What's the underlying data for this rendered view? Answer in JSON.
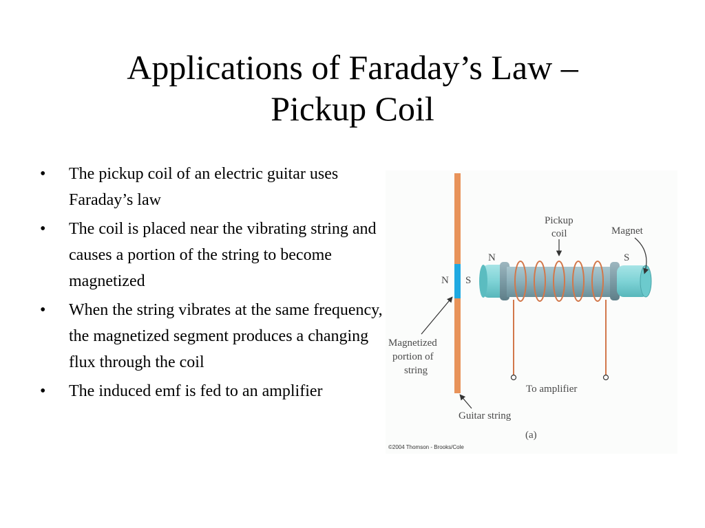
{
  "slide": {
    "title_line1": "Applications of Faraday’s Law –",
    "title_line2": "Pickup Coil",
    "bullets": [
      "The pickup coil of an electric guitar uses Faraday’s law",
      "The coil is placed near the vibrating string and causes a portion of the string to become magnetized",
      "When the string vibrates at the same frequency, the magnetized segment produces a changing flux through the coil",
      "The induced emf is fed to an amplifier"
    ],
    "bullet_glyph": "•"
  },
  "figure": {
    "label_n_string": "N",
    "label_s_string": "S",
    "label_pickup": "Pickup",
    "label_coil": "coil",
    "label_magnet": "Magnet",
    "label_n_magnet": "N",
    "label_s_magnet": "S",
    "label_magnetized_1": "Magnetized",
    "label_magnetized_2": "portion of",
    "label_magnetized_3": "string",
    "label_amplifier": "To amplifier",
    "label_guitar_string": "Guitar string",
    "label_panel": "(a)",
    "copyright": "©2004 Thomson - Brooks/Cole",
    "colors": {
      "string": "#e8935a",
      "magnetized": "#1fa9e1",
      "magnet_body": "#8fb3bd",
      "magnet_end": "#7fd3d6",
      "coil_wire": "#d2774a"
    }
  }
}
